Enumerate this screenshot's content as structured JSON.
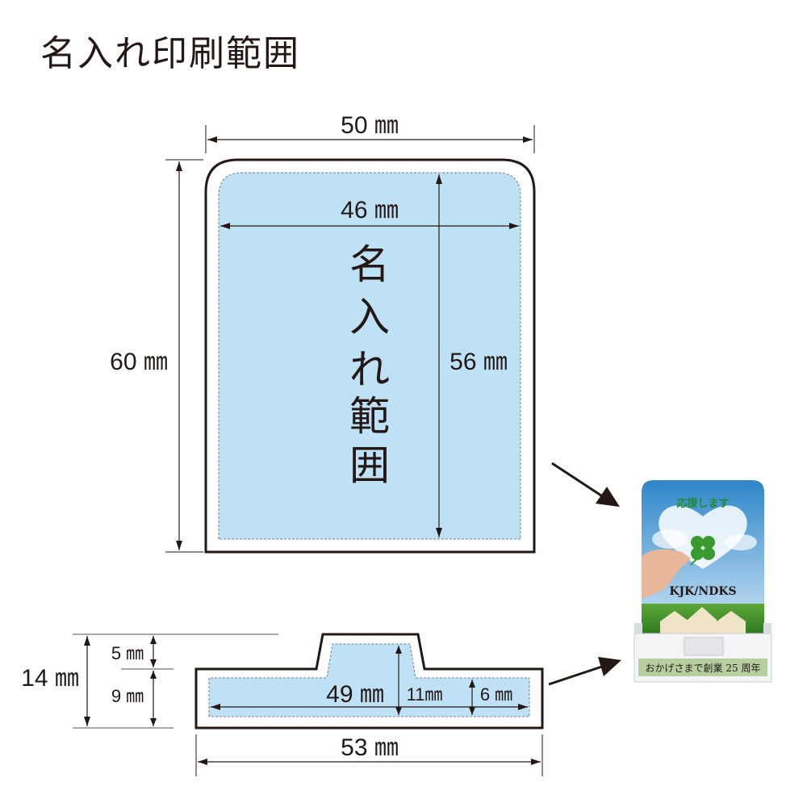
{
  "title": "名入れ印刷範囲",
  "front": {
    "outer_width": "50 ㎜",
    "inner_width": "46 ㎜",
    "outer_height": "60 ㎜",
    "inner_height": "56 ㎜",
    "area_label_chars": [
      "名",
      "入",
      "れ",
      "範",
      "囲"
    ]
  },
  "base": {
    "total_height": "14 ㎜",
    "tab_height": "5 ㎜",
    "body_height": "9 ㎜",
    "inner_width": "49 ㎜",
    "tab_inner_height": "11㎜",
    "body_inner_height": "6 ㎜",
    "outer_width": "53 ㎜"
  },
  "photo": {
    "heading": "応援します",
    "name": "KJK/NDKS",
    "base_message": "おかげさまで創業 25 周年"
  },
  "colors": {
    "print_area": "#bfe1f6",
    "outline": "#231815",
    "heading_green": "#1f8a3c",
    "grass": "#3f8f2a"
  }
}
